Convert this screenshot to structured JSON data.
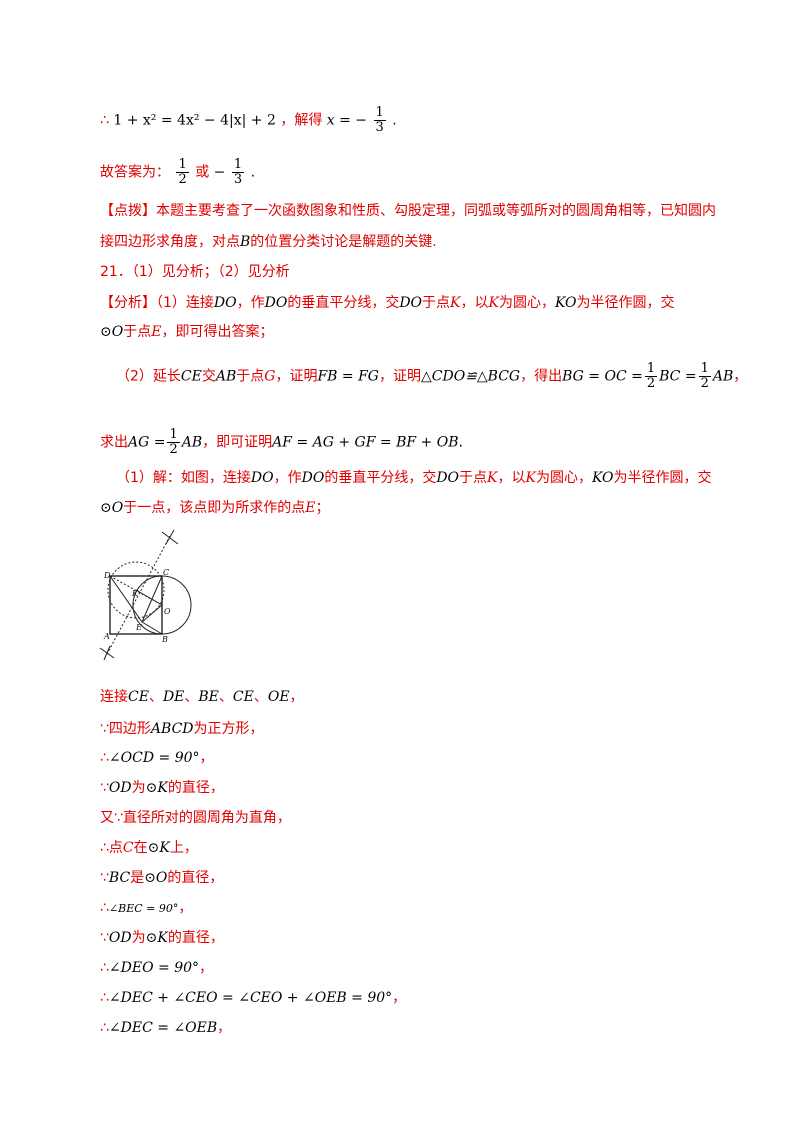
{
  "lines": {
    "l1": {
      "pre": "∴",
      "eq": "1 + x² = 4x² − 4|x| + 2",
      "sep": "，解得",
      "xeq": "x = −",
      "num": "1",
      "den": "3",
      "end": "."
    },
    "l2": {
      "pre": "故答案为：",
      "n1": "1",
      "d1": "2",
      "mid": "或",
      "minus": "−",
      "n2": "1",
      "d2": "3",
      "end": "."
    },
    "l3": {
      "text": "【点拨】本题主要考查了一次函数图象和性质、勾股定理，同弧或等弧所对的圆周角相等，已知圆内"
    },
    "l4": {
      "a": "接四边形求角度，对点",
      "b": "B",
      "c": "的位置分类讨论是解题的关键."
    },
    "l5": {
      "text": "21．（1）见分析；（2）见分析"
    },
    "l6": {
      "a": "【分析】（1）连接",
      "b": "DO",
      "c": "，作",
      "d": "DO",
      "e": "的垂直平分线，交",
      "f": "DO",
      "g": "于点",
      "h": "K",
      "i": "，以",
      "j": "K",
      "k": "为圆心，",
      "l": "KO",
      "m": "为半径作圆，交"
    },
    "l7": {
      "a": "⊙O",
      "b": "于点",
      "c": "E",
      "d": "，即可得出答案；"
    },
    "l8": {
      "a": "（2）延长",
      "b": "CE",
      "c": "交",
      "d": "AB",
      "e": "于点",
      "f": "G",
      "g": "，证明",
      "h": "FB = FG",
      "i": "，证明",
      "j": "△CDO≌△BCG",
      "k": "，得出",
      "eq1": "BG = OC =",
      "n1": "1",
      "d1": "2",
      "bc": "BC =",
      "n2": "1",
      "d2": "2",
      "ab": "AB",
      "end": "，"
    },
    "l9": {
      "a": "求出",
      "eq": "AG =",
      "n": "1",
      "d": "2",
      "ab": "AB",
      "b": "，即可证明",
      "c": "AF = AG + GF = BF + OB",
      "end": "."
    },
    "l10": {
      "a": "（1）解：如图，连接",
      "b": "DO",
      "c": "，作",
      "d": "DO",
      "e": "的垂直平分线，交",
      "f": "DO",
      "g": "于点",
      "h": "K",
      "i": "，以",
      "j": "K",
      "k": "为圆心，",
      "l": "KO",
      "m": "为半径作圆，交"
    },
    "l11": {
      "a": "⊙O",
      "b": "于一点，该点即为所求作的点",
      "c": "E",
      "d": "；"
    },
    "l12": {
      "a": "连接",
      "b": "CE",
      "c": "、",
      "d": "DE",
      "e": "、",
      "f": "BE",
      "g": "、",
      "h": "CE",
      "i": "、",
      "j": "OE",
      "k": "，"
    },
    "l13": {
      "a": "∵四边形",
      "b": "ABCD",
      "c": "为正方形，"
    },
    "l14": {
      "a": "∴",
      "b": "∠OCD = 90°",
      "c": "，"
    },
    "l15": {
      "a": "∵",
      "b": "OD",
      "c": "为",
      "d": "⊙K",
      "e": "的直径，"
    },
    "l16": {
      "a": "又∵直径所对的圆周角为直角，"
    },
    "l17": {
      "a": "∴点",
      "b": "C",
      "c": "在",
      "d": "⊙K",
      "e": "上，"
    },
    "l18": {
      "a": "∵",
      "b": "BC",
      "c": "是",
      "d": "⊙O",
      "e": "的直径，"
    },
    "l19": {
      "a": "∴",
      "b": "∠BEC = 90°",
      "c": "，"
    },
    "l20": {
      "a": "∵",
      "b": "OD",
      "c": "为",
      "d": "⊙K",
      "e": "的直径，"
    },
    "l21": {
      "a": "∴",
      "b": "∠DEO = 90°",
      "c": "，"
    },
    "l22": {
      "a": "∴",
      "b": "∠DEC + ∠CEO = ∠CEO + ∠OEB = 90°",
      "c": "，"
    },
    "l23": {
      "a": "∴",
      "b": "∠DEC = ∠OEB",
      "c": "，"
    }
  },
  "figure": {
    "labels": {
      "D": "D",
      "C": "C",
      "A": "A",
      "B": "B",
      "K": "K",
      "E": "E",
      "O": "O"
    }
  }
}
